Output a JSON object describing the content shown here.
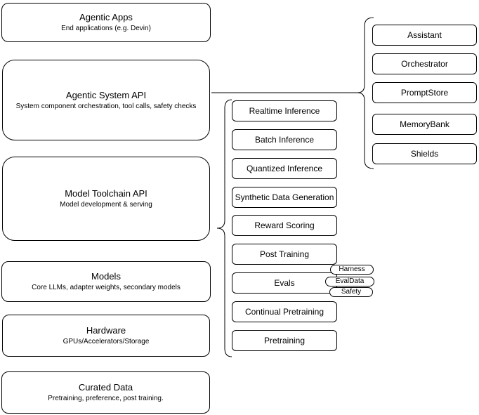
{
  "diagram": {
    "colors": {
      "stroke": "#000000",
      "fill": "#ffffff"
    },
    "left_stack": [
      {
        "title": "Agentic Apps",
        "subtitle": "End applications (e.g. Devin)"
      },
      {
        "title": "Agentic System API",
        "subtitle": "System component orchestration, tool calls, safety checks"
      },
      {
        "title": "Model Toolchain API",
        "subtitle": "Model development & serving"
      },
      {
        "title": "Models",
        "subtitle": "Core LLMs, adapter weights, secondary models"
      },
      {
        "title": "Hardware",
        "subtitle": "GPUs/Accelerators/Storage"
      },
      {
        "title": "Curated Data",
        "subtitle": "Pretraining, preference, post training."
      }
    ],
    "toolchain_items": [
      {
        "label": "Realtime Inference"
      },
      {
        "label": "Batch Inference"
      },
      {
        "label": "Quantized Inference"
      },
      {
        "label": "Synthetic Data Generation"
      },
      {
        "label": "Reward Scoring"
      },
      {
        "label": "Post Training"
      },
      {
        "label": "Evals"
      },
      {
        "label": "Continual Pretraining"
      },
      {
        "label": "Pretraining"
      }
    ],
    "eval_tags": [
      {
        "label": "Harness"
      },
      {
        "label": "EvalData"
      },
      {
        "label": "Safety"
      }
    ],
    "system_components": [
      {
        "label": "Assistant"
      },
      {
        "label": "Orchestrator"
      },
      {
        "label": "PromptStore"
      },
      {
        "label": "MemoryBank"
      },
      {
        "label": "Shields"
      }
    ]
  }
}
